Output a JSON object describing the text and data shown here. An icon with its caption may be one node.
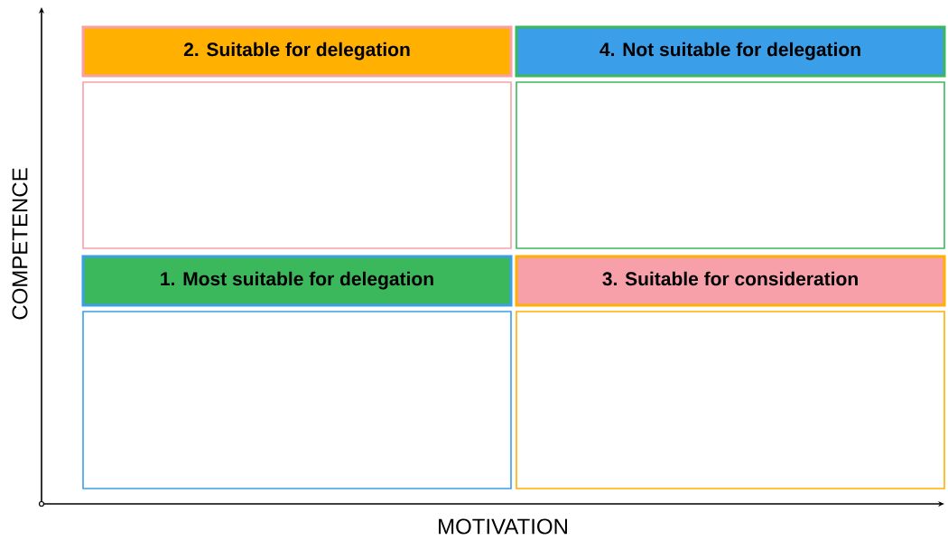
{
  "diagram": {
    "nodes": [
      {
        "text": [
          "2. Suitable for delegation"
        ]
      },
      {
        "text": [
          "4. Not suitable for delegation"
        ]
      },
      {
        "text": [],
        "shape": "box"
      },
      {
        "text": [],
        "shape": "box"
      },
      {
        "text": [
          "1. Most suitable for delegation"
        ]
      },
      {
        "text": [
          "3. Suitable for consideration"
        ]
      },
      {
        "text": [],
        "shape": "box"
      },
      {
        "text": [],
        "shape": "box"
      }
    ],
    "labels": [
      "COMPETENCE",
      "MOTIVATION"
    ]
  }
}
